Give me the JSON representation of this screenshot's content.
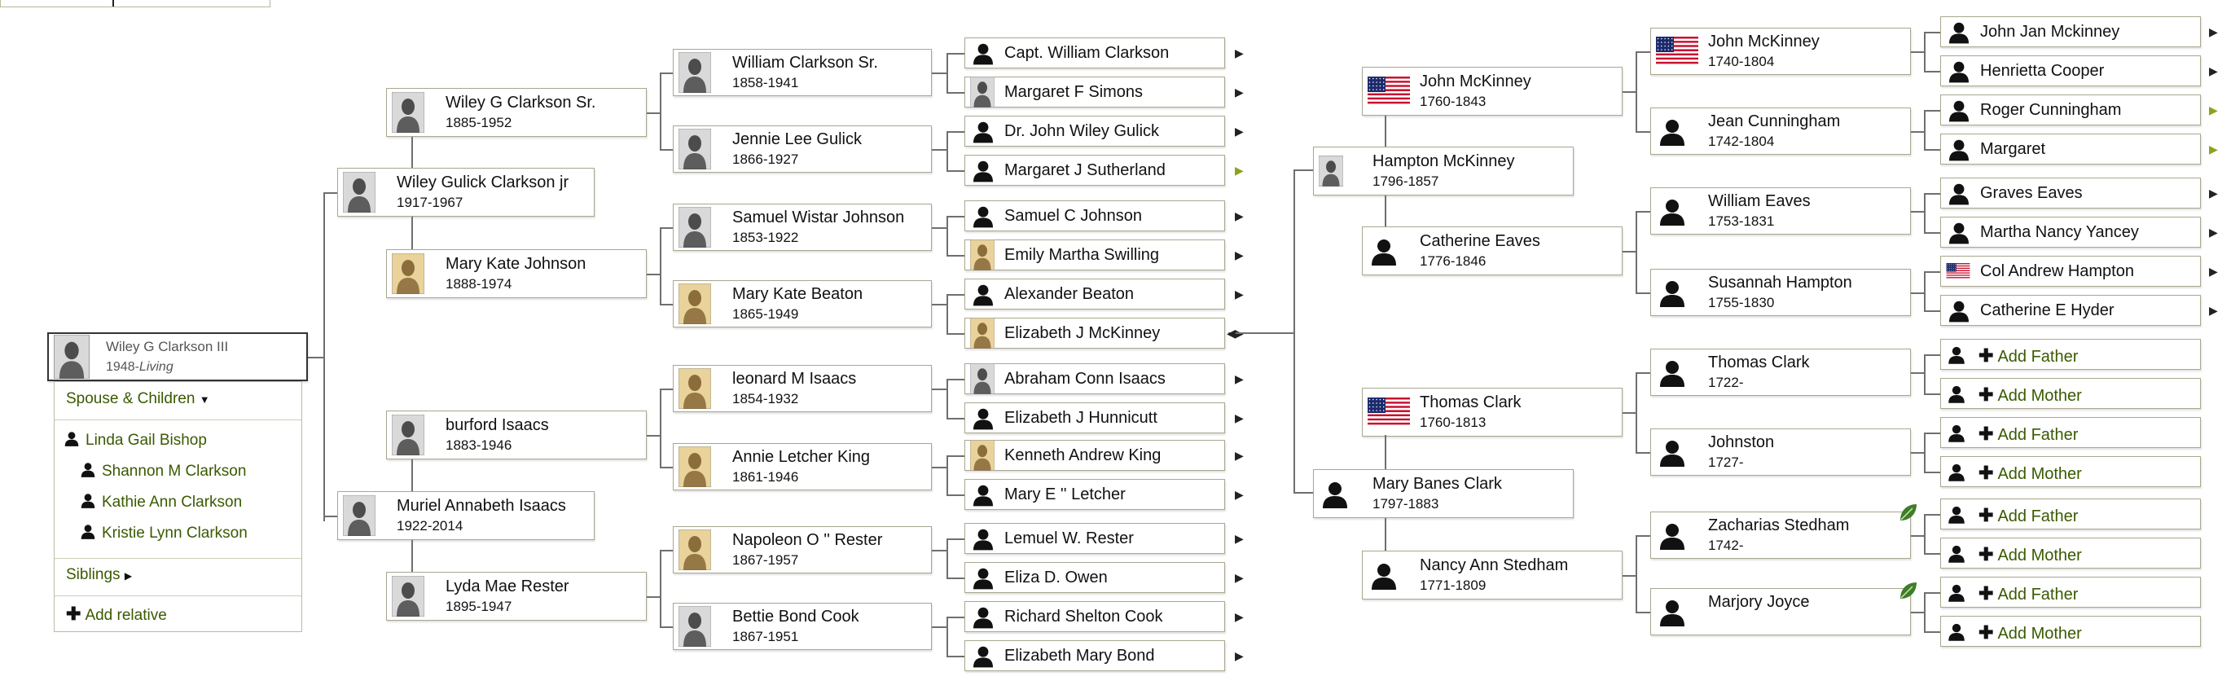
{
  "colors": {
    "box_border": "#a9a68f",
    "line": "#6f6f6f",
    "link_green": "#3a5a00",
    "arrow_green": "#8fa21e"
  },
  "root": {
    "name": "Wiley G Clarkson III",
    "dates_prefix": "1948-",
    "dates_living": "Living"
  },
  "family_panel": {
    "spouse_header": "Spouse & Children",
    "spouse": "Linda Gail Bishop",
    "children": [
      "Shannon M Clarkson",
      "Kathie Ann Clarkson",
      "Kristie Lynn Clarkson"
    ],
    "siblings": "Siblings",
    "add_relative": "Add relative"
  },
  "people": {
    "g1_father": {
      "name": "Wiley Gulick Clarkson jr",
      "dates": "1917-1967"
    },
    "g1_mother": {
      "name": "Muriel Annabeth Isaacs",
      "dates": "1922-2014"
    },
    "g2_1": {
      "name": "Wiley G Clarkson Sr.",
      "dates": "1885-1952"
    },
    "g2_2": {
      "name": "Mary Kate Johnson",
      "dates": "1888-1974"
    },
    "g2_3": {
      "name": "burford Isaacs",
      "dates": "1883-1946"
    },
    "g2_4": {
      "name": "Lyda Mae Rester",
      "dates": "1895-1947"
    },
    "g3_1": {
      "name": "William Clarkson Sr.",
      "dates": "1858-1941"
    },
    "g3_2": {
      "name": "Jennie Lee Gulick",
      "dates": "1866-1927"
    },
    "g3_3": {
      "name": "Samuel Wistar Johnson",
      "dates": "1853-1922"
    },
    "g3_4": {
      "name": "Mary Kate Beaton",
      "dates": "1865-1949"
    },
    "g3_5": {
      "name": "leonard M Isaacs",
      "dates": "1854-1932"
    },
    "g3_6": {
      "name": "Annie Letcher King",
      "dates": "1861-1946"
    },
    "g3_7": {
      "name": "Napoleon O '' Rester",
      "dates": "1867-1957"
    },
    "g3_8": {
      "name": "Bettie Bond Cook",
      "dates": "1867-1951"
    },
    "g4_1": {
      "name": "Capt. William Clarkson"
    },
    "g4_2": {
      "name": "Margaret F Simons"
    },
    "g4_3": {
      "name": "Dr. John Wiley Gulick"
    },
    "g4_4": {
      "name": "Margaret J Sutherland"
    },
    "g4_5": {
      "name": "Samuel C Johnson"
    },
    "g4_6": {
      "name": "Emily Martha Swilling"
    },
    "g4_7": {
      "name": "Alexander Beaton"
    },
    "g4_8": {
      "name": "Elizabeth J McKinney"
    },
    "g4_9": {
      "name": "Abraham Conn Isaacs"
    },
    "g4_10": {
      "name": "Elizabeth J Hunnicutt"
    },
    "g4_11": {
      "name": "Kenneth Andrew King"
    },
    "g4_12": {
      "name": "Mary E '' Letcher"
    },
    "g4_13": {
      "name": "Lemuel W. Rester"
    },
    "g4_14": {
      "name": "Eliza D. Owen"
    },
    "g4_15": {
      "name": "Richard Shelton Cook"
    },
    "g4_16": {
      "name": "Elizabeth Mary Bond"
    },
    "e1_father": {
      "name": "Hampton McKinney",
      "dates": "1796-1857"
    },
    "e1_mother": {
      "name": "Mary Banes Clark",
      "dates": "1797-1883"
    },
    "e2_1": {
      "name": "John McKinney",
      "dates": "1760-1843"
    },
    "e2_2": {
      "name": "Catherine Eaves",
      "dates": "1776-1846"
    },
    "e2_3": {
      "name": "Thomas Clark",
      "dates": "1760-1813"
    },
    "e2_4": {
      "name": "Nancy Ann Stedham",
      "dates": "1771-1809"
    },
    "e3_1": {
      "name": "John McKinney",
      "dates": "1740-1804"
    },
    "e3_2": {
      "name": "Jean Cunningham",
      "dates": "1742-1804"
    },
    "e3_3": {
      "name": "William Eaves",
      "dates": "1753-1831"
    },
    "e3_4": {
      "name": "Susannah Hampton",
      "dates": "1755-1830"
    },
    "e3_5": {
      "name": "Thomas Clark",
      "dates": "1722-"
    },
    "e3_6": {
      "name": "Johnston",
      "dates": "1727-"
    },
    "e3_7": {
      "name": "Zacharias Stedham",
      "dates": "1742-"
    },
    "e3_8": {
      "name": "Marjory Joyce",
      "dates": ""
    },
    "e4_1": {
      "name": "John Jan Mckinney"
    },
    "e4_2": {
      "name": "Henrietta Cooper"
    },
    "e4_3": {
      "name": "Roger Cunningham"
    },
    "e4_4": {
      "name": "Margaret"
    },
    "e4_5": {
      "name": "Graves Eaves"
    },
    "e4_6": {
      "name": "Martha Nancy Yancey"
    },
    "e4_7": {
      "name": "Col Andrew Hampton"
    },
    "e4_8": {
      "name": "Catherine E Hyder"
    }
  },
  "add_labels": {
    "father": "Add Father",
    "mother": "Add Mother"
  }
}
